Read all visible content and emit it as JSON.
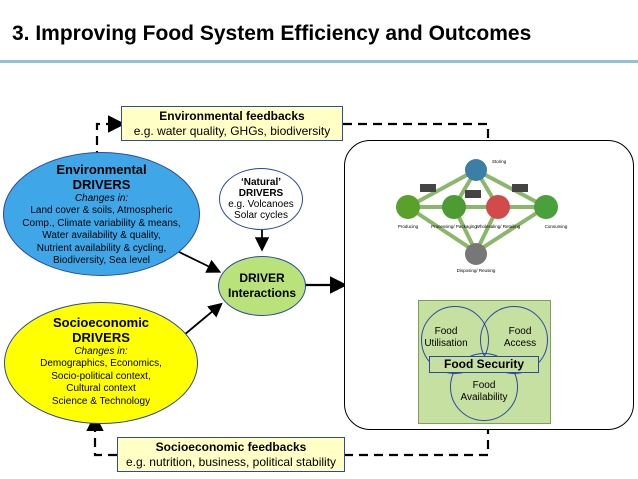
{
  "title": "3. Improving Food System Efficiency and Outcomes",
  "env_feedback": {
    "title": "Environmental feedbacks",
    "subtitle": "e.g. water quality, GHGs, biodiversity"
  },
  "env_drivers": {
    "title_line1": "Environmental",
    "title_line2": "DRIVERS",
    "changes": "Changes in:",
    "lines": [
      "Land cover & soils, Atmospheric",
      "Comp., Climate variability & means,",
      "Water availability & quality,",
      "Nutrient availability & cycling,",
      "Biodiversity, Sea level"
    ]
  },
  "natural_drivers": {
    "title_line1": "‘Natural’",
    "title_line2": "DRIVERS",
    "line1": "e.g. Volcanoes",
    "line2": "Solar cycles"
  },
  "driver_interactions": {
    "line1": "DRIVER",
    "line2": "Interactions"
  },
  "socio_drivers": {
    "title_line1": "Socioeconomic",
    "title_line2": "DRIVERS",
    "changes": "Changes in:",
    "lines": [
      "Demographics, Economics,",
      "Socio-political context,",
      "Cultural context",
      "Science & Technology"
    ]
  },
  "food_security": {
    "utilisation_line1": "Food",
    "utilisation_line2": "Utilisation",
    "access_line1": "Food",
    "access_line2": "Access",
    "availability_line1": "Food",
    "availability_line2": "Availability",
    "center_label": "Food Security"
  },
  "socio_feedback": {
    "title": "Socioeconomic feedbacks",
    "subtitle": "e.g. nutrition, business, political stability"
  },
  "food_chain": {
    "stages": [
      "Producing",
      "Processing/ Packaging",
      "Wholesaling/ Retailing",
      "Consuming",
      "Storing",
      "Disposing/ Reusing"
    ]
  },
  "colors": {
    "feedback_fill": "#ffffc6",
    "env_fill": "#3fa7e8",
    "socio_fill": "#ffff00",
    "interaction_fill": "#b9e27a",
    "food_security_fill": "#c6e0a2",
    "border": "#2b4aa0"
  }
}
